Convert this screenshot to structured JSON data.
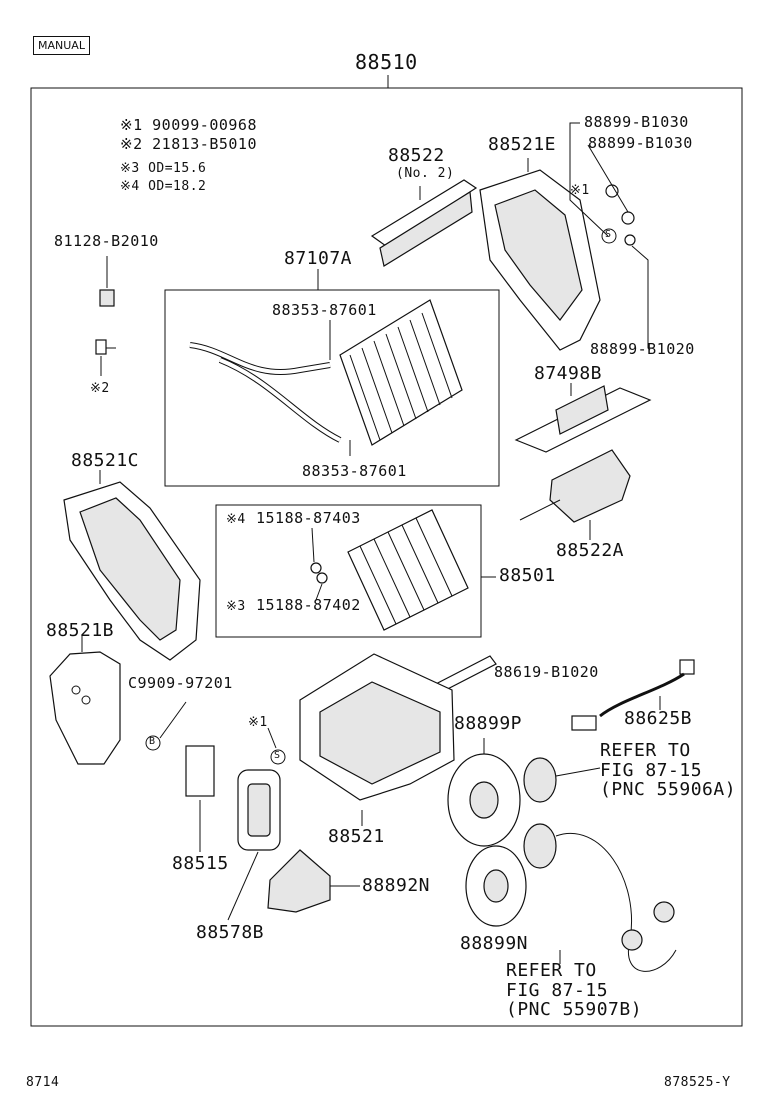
{
  "badge": "MANUAL",
  "main_part": "88510",
  "notes": [
    {
      "mark": "※1",
      "text": "90099-00968"
    },
    {
      "mark": "※2",
      "text": "21813-B5010"
    },
    {
      "mark": "※3",
      "text": "OD=15.6"
    },
    {
      "mark": "※4",
      "text": "OD=18.2"
    }
  ],
  "parts": {
    "p81128": "81128-B2010",
    "p88522": "88522",
    "p88522_sub": "(No. 2)",
    "p88521E": "88521E",
    "p88899_b1030_a": "88899-B1030",
    "p88899_b1030_b": "88899-B1030",
    "p87107A": "87107A",
    "p88353_top": "88353-87601",
    "p88353_bot": "88353-87601",
    "p88899_b1020": "88899-B1020",
    "p87498B": "87498B",
    "p88521C": "88521C",
    "p88522A": "88522A",
    "p15188_403": "15188-87403",
    "p15188_402": "15188-87402",
    "p88501": "88501",
    "p88521B": "88521B",
    "p88619": "88619-B1020",
    "pC9909": "C9909-97201",
    "p88625B": "88625B",
    "p88899P": "88899P",
    "p88521": "88521",
    "p88515": "88515",
    "p88892N": "88892N",
    "p88578B": "88578B",
    "p88899N": "88899N"
  },
  "marks": {
    "x1_top": "※1",
    "x2_side": "※2",
    "x4": "※4",
    "x3": "※3",
    "x1_mid": "※1",
    "s_top": "S",
    "s_mid": "S",
    "b_mark": "B"
  },
  "refs": {
    "a": {
      "l1": "REFER TO",
      "l2": "FIG 87-15",
      "l3": "(PNC 55906A)"
    },
    "b": {
      "l1": "REFER TO",
      "l2": "FIG 87-15",
      "l3": "(PNC 55907B)"
    }
  },
  "footer": {
    "left": "8714",
    "right": "878525-Y"
  }
}
